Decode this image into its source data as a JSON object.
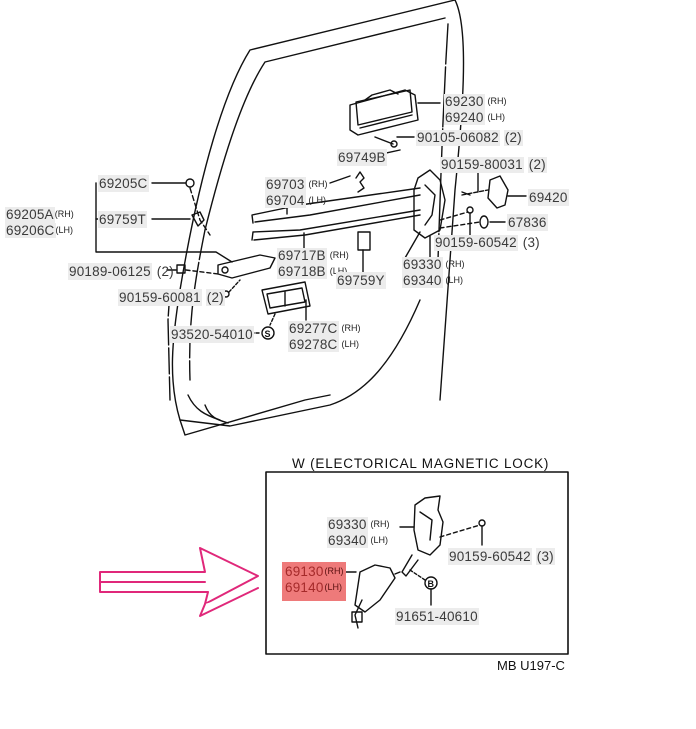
{
  "diagram": {
    "type": "exploded parts diagram",
    "subject": "Rear door lock and handle assembly",
    "figure_code": "MB U197-C",
    "detail_box_title": "W (ELECTORICAL MAGNETIC LOCK)",
    "highlight_color": "#ee7a7a",
    "arrow_color": "#e0287a"
  },
  "labels": {
    "outside_handle": {
      "rh": "69230",
      "lh": "69240",
      "rh_tag": "(RH)",
      "lh_tag": "(LH)"
    },
    "handle_screw": {
      "part": "90105-06082",
      "qty": "(2)"
    },
    "clip_b": {
      "part": "69749B"
    },
    "striker_screw": {
      "part": "90159-80031",
      "qty": "(2)"
    },
    "clip_c": {
      "part": "69205C"
    },
    "control_assy": {
      "rh": "69205A",
      "lh": "69206C",
      "rh_tag": "(RH)",
      "lh_tag": "(LH)"
    },
    "clip_t": {
      "part": "69759T"
    },
    "rod_upper": {
      "rh": "69703",
      "lh": "69704",
      "rh_tag": "(RH)",
      "lh_tag": "(LH)"
    },
    "striker": {
      "part": "69420"
    },
    "spacer": {
      "part": "67836"
    },
    "lock_screw": {
      "part": "90159-60542",
      "qty": "(3)"
    },
    "rod_lower": {
      "rh": "69717B",
      "lh": "69718B",
      "rh_tag": "(RH)",
      "lh_tag": "(LH)"
    },
    "lock_assy": {
      "rh": "69330",
      "lh": "69340",
      "rh_tag": "(RH)",
      "lh_tag": "(LH)"
    },
    "clip_y": {
      "part": "69759Y"
    },
    "nut": {
      "part": "90189-06125",
      "qty": "(2)"
    },
    "control_screw": {
      "part": "90159-60081",
      "qty": "(2)"
    },
    "screw_s": {
      "part": "93520-54010",
      "symbol": "S"
    },
    "inside_handle": {
      "rh": "69277C",
      "lh": "69278C",
      "rh_tag": "(RH)",
      "lh_tag": "(LH)"
    },
    "detail_lock_assy": {
      "rh": "69330",
      "lh": "69340",
      "rh_tag": "(RH)",
      "lh_tag": "(LH)"
    },
    "detail_lock_screw": {
      "part": "90159-60542",
      "qty": "(3)"
    },
    "motor_assy": {
      "rh": "69130",
      "lh": "69140",
      "rh_tag": "(RH)",
      "lh_tag": "(LH)"
    },
    "screw_b": {
      "part": "91651-40610",
      "symbol": "B"
    }
  }
}
